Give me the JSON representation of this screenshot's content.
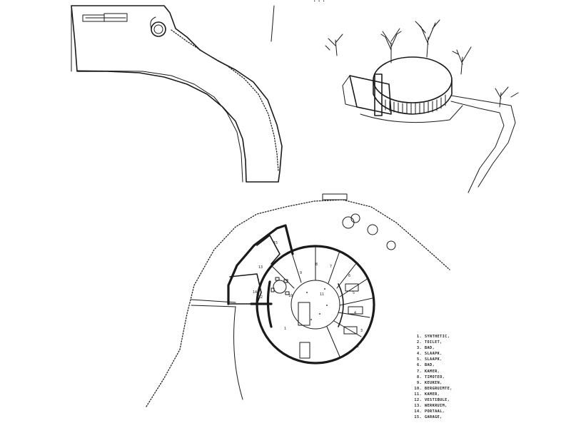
{
  "top_fragment": "...",
  "legend": {
    "items": [
      {
        "num": "1.",
        "label": "SYNTHETIC,"
      },
      {
        "num": "2.",
        "label": "TOILET,"
      },
      {
        "num": "3.",
        "label": "BAD,"
      },
      {
        "num": "4.",
        "label": "SLAAPK."
      },
      {
        "num": "5.",
        "label": "SLAAPK."
      },
      {
        "num": "6.",
        "label": "BAD,"
      },
      {
        "num": "7.",
        "label": "KAMER,"
      },
      {
        "num": "8.",
        "label": "TIMOTEO,"
      },
      {
        "num": "9.",
        "label": "KEUKEN,"
      },
      {
        "num": "10.",
        "label": "BERGRUIMTE,"
      },
      {
        "num": "11.",
        "label": "KAMER,"
      },
      {
        "num": "12.",
        "label": "VESTIBULE,"
      },
      {
        "num": "13.",
        "label": "WERKRUIM,"
      },
      {
        "num": "14.",
        "label": "PORTAAL,"
      },
      {
        "num": "15.",
        "label": "GARAGE,"
      }
    ]
  },
  "plan_labels": [
    "1",
    "2",
    "3",
    "4",
    "5",
    "6",
    "7",
    "8",
    "9",
    "10",
    "11",
    "12",
    "13",
    "14",
    "15"
  ]
}
